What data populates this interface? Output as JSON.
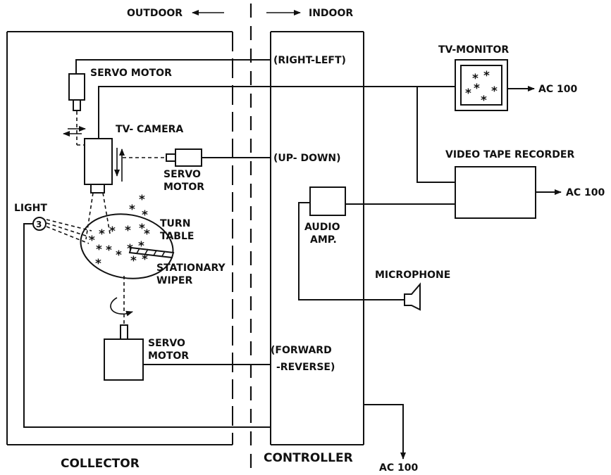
{
  "header": {
    "outdoor": "OUTDOOR",
    "indoor": "INDOOR"
  },
  "labels": {
    "servo_motor_top": "SERVO MOTOR",
    "tv_camera": "TV- CAMERA",
    "servo_motor_mid_1": "SERVO",
    "servo_motor_mid_2": "MOTOR",
    "light": "LIGHT",
    "turn_table_1": "TURN",
    "turn_table_2": "TABLE",
    "stationary_wiper_1": "STATIONARY",
    "stationary_wiper_2": "WIPER",
    "servo_motor_bottom_1": "SERVO",
    "servo_motor_bottom_2": "MOTOR",
    "right_left": "(RIGHT-LEFT)",
    "up_down": "(UP- DOWN)",
    "forward_1": "(FORWARD",
    "forward_2": "-REVERSE)",
    "audio_amp_1": "AUDIO",
    "audio_amp_2": "AMP.",
    "microphone": "MICROPHONE",
    "tv_monitor": "TV-MONITOR",
    "video_tape_recorder": "VIDEO TAPE RECORDER",
    "ac100_monitor": "AC 100",
    "ac100_vtr": "AC 100",
    "ac100_controller": "AC 100",
    "collector": "COLLECTOR",
    "controller": "CONTROLLER",
    "light_symbol": "3"
  },
  "symbols": {
    "asterisk": "*"
  }
}
